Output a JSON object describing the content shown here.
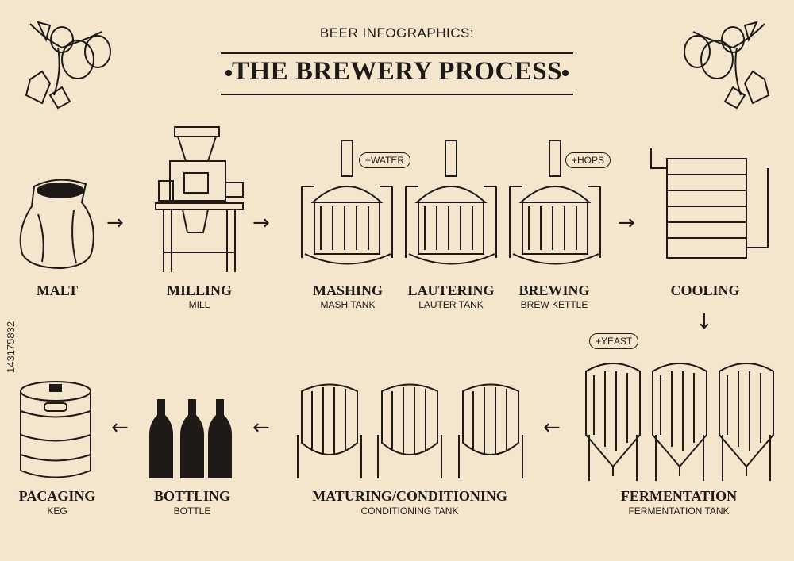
{
  "header": {
    "supertitle": "BEER INFOGRAPHICS:",
    "title": "THE BREWERY PROCESS"
  },
  "steps": {
    "malt": {
      "label": "MALT"
    },
    "milling": {
      "label": "MILLING",
      "sub": "MILL"
    },
    "mashing": {
      "label": "MASHING",
      "sub": "MASH TANK",
      "addition": "+WATER"
    },
    "lautering": {
      "label": "LAUTERING",
      "sub": "LAUTER TANK"
    },
    "brewing": {
      "label": "BREWING",
      "sub": "BREW KETTLE",
      "addition": "+HOPS"
    },
    "cooling": {
      "label": "COOLING"
    },
    "fermentation": {
      "label": "FERMENTATION",
      "sub": "FERMENTATION TANK",
      "addition": "+YEAST"
    },
    "maturing": {
      "label": "MATURING/CONDITIONING",
      "sub": "CONDITIONING TANK"
    },
    "bottling": {
      "label": "BOTTLING",
      "sub": "BOTTLE"
    },
    "packaging": {
      "label": "PACAGING",
      "sub": "KEG"
    }
  },
  "arrows": {
    "right": "→",
    "left": "←",
    "down": "↓"
  },
  "watermark": "143175832"
}
